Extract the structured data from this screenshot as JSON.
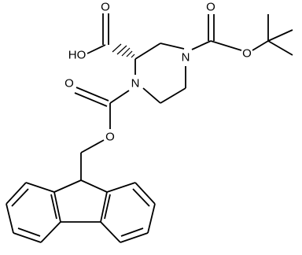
{
  "molecule": {
    "atom_labels": {
      "hydroxyl": "HO",
      "carboxyl_carbonyl_o": "O",
      "boc_carbonyl_o": "O",
      "boc_ester_o": "O",
      "piperazine_n4": "N",
      "piperazine_n1": "N",
      "fmoc_carbonyl_o": "O",
      "fmoc_ester_o": "O"
    }
  }
}
